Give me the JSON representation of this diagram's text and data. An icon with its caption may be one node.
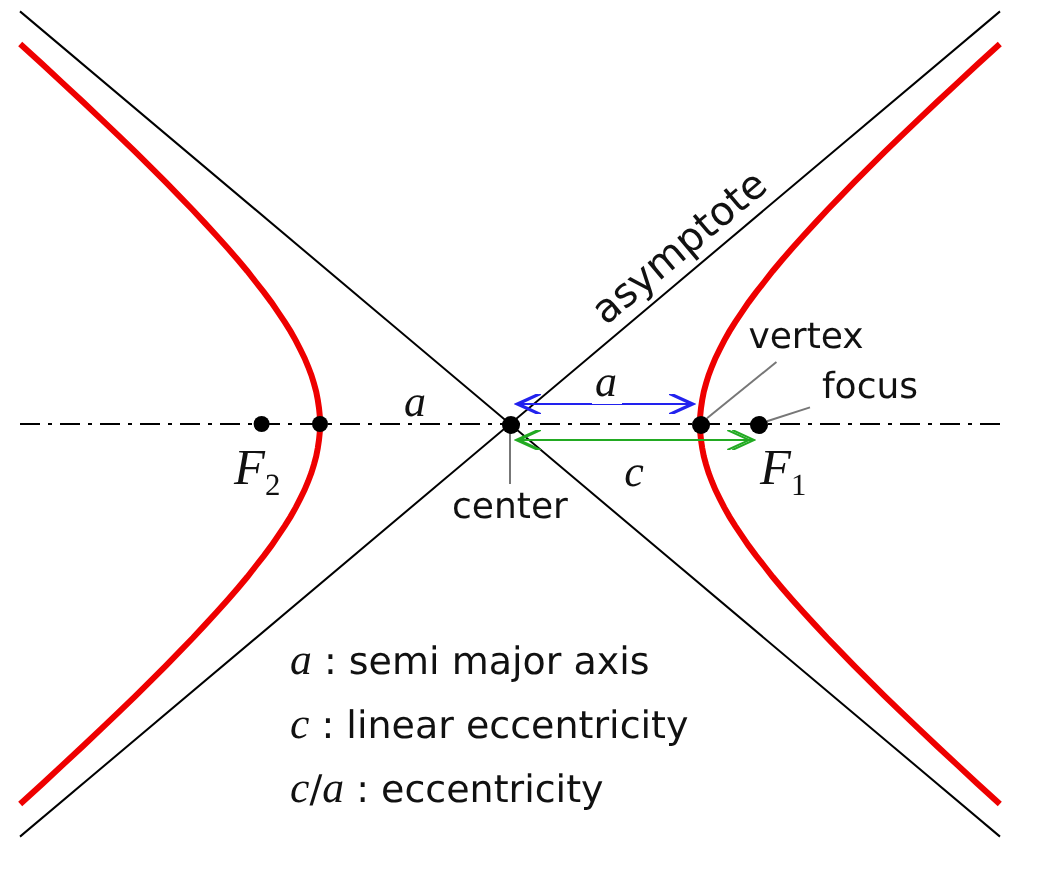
{
  "diagram": {
    "nodes": [
      {
        "text": [
          "center"
        ]
      },
      {
        "text": [],
        "shape": "circle"
      },
      {
        "text": [
          "vertex"
        ]
      },
      {
        "text": [],
        "shape": "circle"
      },
      {
        "text": [
          "focus"
        ]
      },
      {
        "text": [],
        "shape": "circle"
      }
    ],
    "edges": [
      {
        "from": 0,
        "to": 1,
        "arrow": "none"
      },
      {
        "from": 2,
        "to": 3,
        "arrow": "none"
      },
      {
        "from": 4,
        "to": 5,
        "arrow": "none"
      },
      {
        "from": 1,
        "to": 3,
        "arrow": "both",
        "label": "a",
        "color": "#2222ee"
      },
      {
        "from": 1,
        "to": 5,
        "arrow": "both",
        "label": "c",
        "color": "#22aa22"
      }
    ],
    "labels": [
      "asymptote",
      "a",
      "*F*$_{2}$",
      "*F*$_{1}$",
      "*a* : semi major axis",
      "*c* : linear eccentricity",
      "*c*/*a* : eccentricity"
    ]
  }
}
